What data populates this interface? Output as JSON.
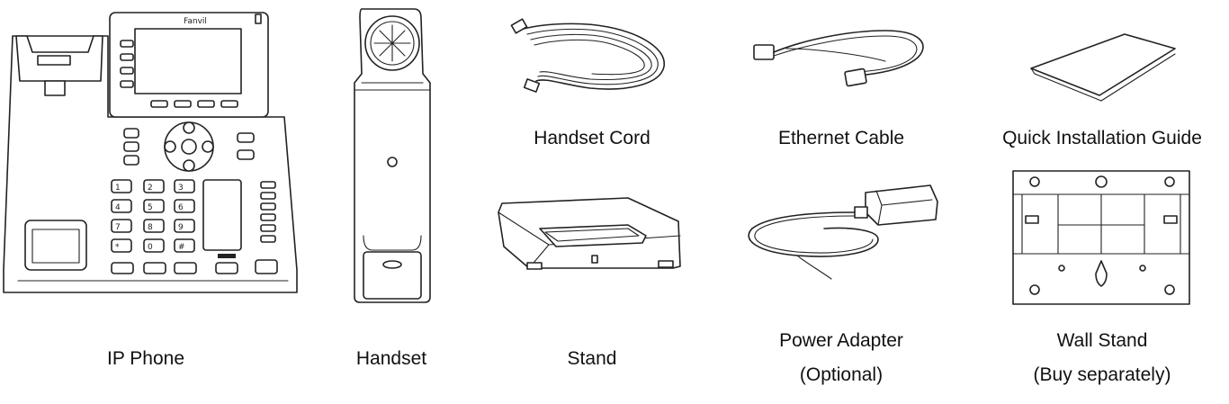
{
  "items": {
    "ip_phone": {
      "label": "IP Phone",
      "brand": "Fanvil"
    },
    "handset": {
      "label": "Handset"
    },
    "handset_cord": {
      "label": "Handset Cord"
    },
    "stand": {
      "label": "Stand"
    },
    "ethernet_cable": {
      "label": "Ethernet Cable"
    },
    "power_adapter": {
      "label": "Power Adapter",
      "note": "(Optional)"
    },
    "quick_guide": {
      "label": "Quick Installation Guide"
    },
    "wall_stand": {
      "label": "Wall Stand",
      "note": "(Buy separately)"
    }
  },
  "keypad": [
    "1",
    "2",
    "3",
    "4",
    "5",
    "6",
    "7",
    "8",
    "9",
    "*",
    "0",
    "#"
  ]
}
